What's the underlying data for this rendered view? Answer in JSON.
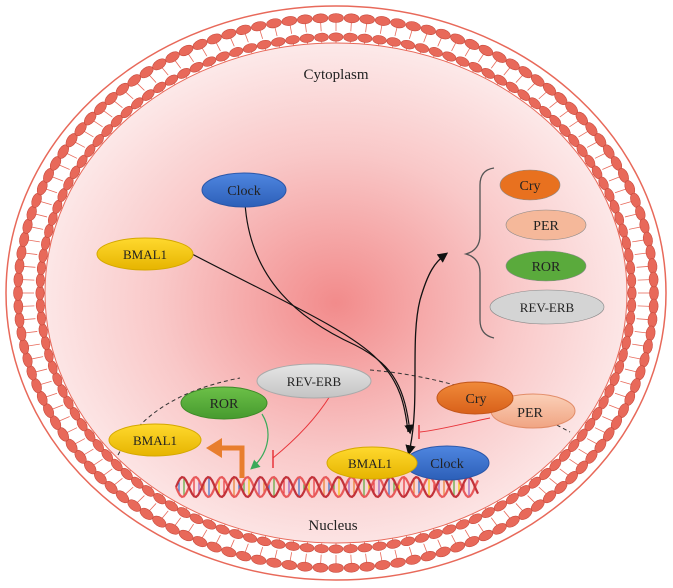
{
  "labels": {
    "cytoplasm": "Cytoplasm",
    "nucleus": "Nucleus"
  },
  "nodes": {
    "clock_top": "Clock",
    "bmal1_top": "BMAL1",
    "rev_erb_mid": "REV-ERB",
    "ror_mid": "ROR",
    "bmal1_left": "BMAL1",
    "cry_mid": "Cry",
    "per_mid": "PER",
    "bmal1_bottom": "BMAL1",
    "clock_bottom": "Clock"
  },
  "legend_items": [
    {
      "label": "Cry",
      "fill": "#e8711f"
    },
    {
      "label": "PER",
      "fill": "#f5b89a"
    },
    {
      "label": "ROR",
      "fill": "#5aaa3c"
    },
    {
      "label": "REV-ERB",
      "fill": "#d4d4d4"
    }
  ],
  "colors": {
    "membrane": "#e8695a",
    "cytoplasm_center": "#f28b8b",
    "clock": "#3a6fc9",
    "bmal1": "#f5c400",
    "ror": "#5aaa3c",
    "rev_erb": "#d4d4d4",
    "cry": "#e8711f",
    "per": "#f5b89a",
    "inhibition": "#e8343a",
    "activation": "#3aaa5a",
    "transcription": "#e87e2e"
  }
}
